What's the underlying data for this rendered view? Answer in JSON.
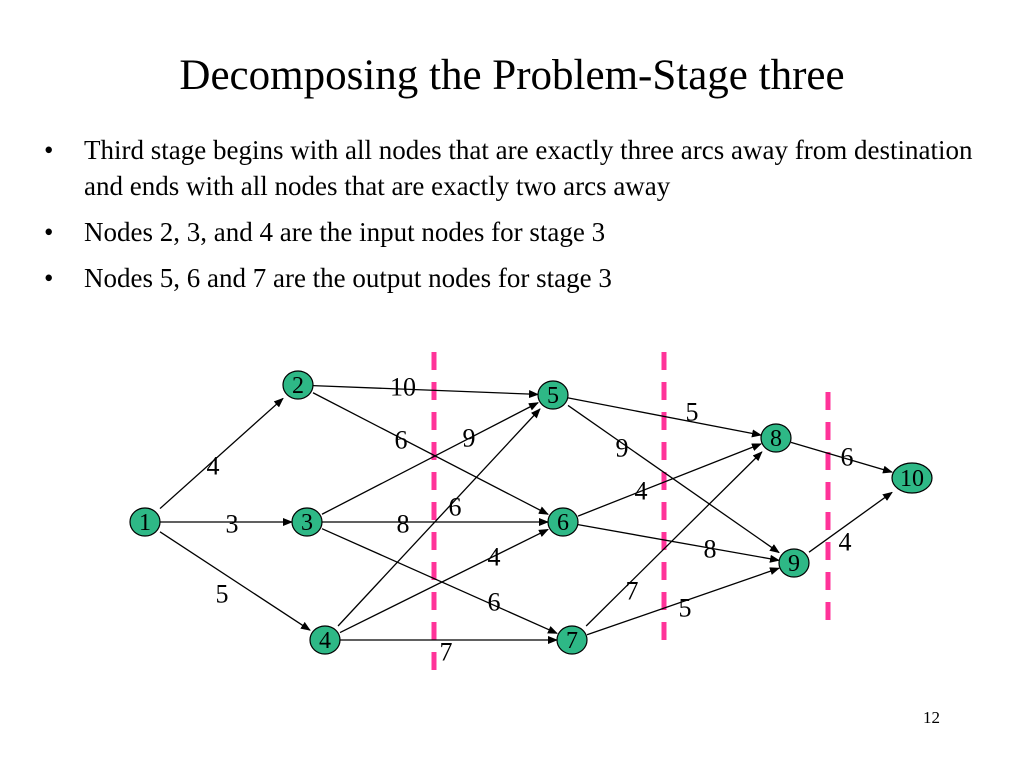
{
  "slide": {
    "title": "Decomposing the Problem-Stage three",
    "bullets": [
      "Third stage begins with all nodes that are exactly three arcs away from destination and ends with all nodes that are exactly two arcs away",
      "Nodes 2, 3, and 4 are the input nodes for stage 3",
      "Nodes 5, 6 and 7 are the output nodes for stage 3"
    ],
    "bullet_symbol": "•",
    "page_number": "12"
  },
  "network": {
    "node_fill": "#2eb886",
    "separator_color": "#ff3399",
    "nodes": [
      "1",
      "2",
      "3",
      "4",
      "5",
      "6",
      "7",
      "8",
      "9",
      "10"
    ],
    "arcs": [
      {
        "from": "1",
        "to": "2",
        "weight": "4"
      },
      {
        "from": "1",
        "to": "3",
        "weight": "3"
      },
      {
        "from": "1",
        "to": "4",
        "weight": "5"
      },
      {
        "from": "2",
        "to": "5",
        "weight": "10"
      },
      {
        "from": "2",
        "to": "6",
        "weight": "6"
      },
      {
        "from": "3",
        "to": "5",
        "weight": "9"
      },
      {
        "from": "3",
        "to": "6",
        "weight": "8"
      },
      {
        "from": "3",
        "to": "7",
        "weight": "6"
      },
      {
        "from": "4",
        "to": "5",
        "weight": "6"
      },
      {
        "from": "4",
        "to": "6",
        "weight": "4"
      },
      {
        "from": "4",
        "to": "7",
        "weight": "7"
      },
      {
        "from": "5",
        "to": "8",
        "weight": "5"
      },
      {
        "from": "5",
        "to": "9",
        "weight": "9"
      },
      {
        "from": "6",
        "to": "8",
        "weight": "4"
      },
      {
        "from": "6",
        "to": "9",
        "weight": "8"
      },
      {
        "from": "7",
        "to": "8",
        "weight": "7"
      },
      {
        "from": "7",
        "to": "9",
        "weight": "5"
      },
      {
        "from": "8",
        "to": "10",
        "weight": "6"
      },
      {
        "from": "9",
        "to": "10",
        "weight": "4"
      }
    ]
  }
}
